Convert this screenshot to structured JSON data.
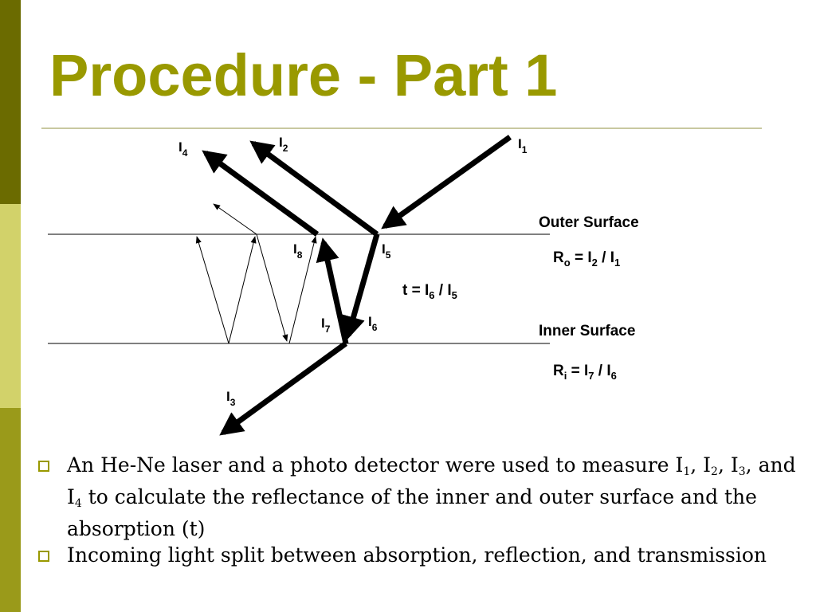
{
  "slide": {
    "title": "Procedure - Part 1",
    "accent_color": "#999900"
  },
  "diagram": {
    "labels": {
      "i1": "I",
      "i1_sub": "1",
      "i2": "I",
      "i2_sub": "2",
      "i3": "I",
      "i3_sub": "3",
      "i4": "I",
      "i4_sub": "4",
      "i5": "I",
      "i5_sub": "5",
      "i6": "I",
      "i6_sub": "6",
      "i7": "I",
      "i7_sub": "7",
      "i8": "I",
      "i8_sub": "8"
    },
    "outer_surface": "Outer Surface",
    "inner_surface": "Inner Surface",
    "ro_eq": {
      "r": "R",
      "r_sub": "o",
      "mid": " = I",
      "num_sub": "2",
      "slash": " / I",
      "den_sub": "1"
    },
    "t_eq": {
      "t": "t = I",
      "num_sub": "6",
      "slash": " / I",
      "den_sub": "5"
    },
    "ri_eq": {
      "r": "R",
      "r_sub": "i",
      "mid": " = I",
      "num_sub": "7",
      "slash": " / I",
      "den_sub": "6"
    }
  },
  "bullets": {
    "b1": {
      "p1": "An He-Ne laser and a photo detector were used to measure I",
      "s1": "1",
      "p2": ", I",
      "s2": "2",
      "p3": ", I",
      "s3": "3",
      "p4": ", and I",
      "s4": "4",
      "p5": " to calculate the reflectance of the inner and outer surface and the absorption (t)"
    },
    "b2": {
      "text": "Incoming light split between absorption, reflection, and transmission"
    }
  }
}
